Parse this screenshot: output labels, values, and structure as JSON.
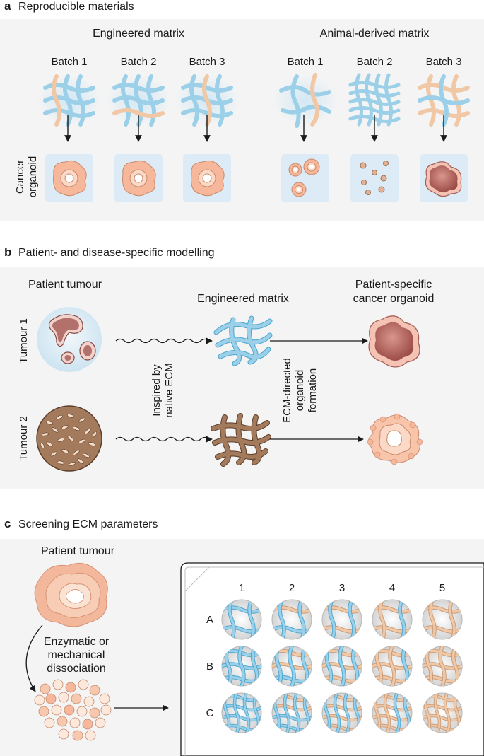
{
  "panel_a": {
    "letter": "a",
    "title": "Reproducible materials",
    "engineered_header": "Engineered matrix",
    "animal_header": "Animal-derived matrix",
    "batch_labels": [
      "Batch 1",
      "Batch 2",
      "Batch 3"
    ],
    "row_label_line1": "Cancer",
    "row_label_line2": "organoid"
  },
  "panel_b": {
    "letter": "b",
    "title": "Patient- and disease-specific modelling",
    "col_patient_tumour": "Patient tumour",
    "col_engineered_matrix": "Engineered matrix",
    "col_output_line1": "Patient-specific",
    "col_output_line2": "cancer organoid",
    "row1_label": "Tumour 1",
    "row2_label": "Tumour 2",
    "inspired_line1": "Inspired by",
    "inspired_line2": "native ECM",
    "ecm_line1": "ECM-directed",
    "ecm_line2": "organoid",
    "ecm_line3": "formation"
  },
  "panel_c": {
    "letter": "c",
    "title": "Screening ECM parameters",
    "patient_tumour": "Patient tumour",
    "dissociation_line1": "Enzymatic or",
    "dissociation_line2": "mechanical",
    "dissociation_line3": "dissociation",
    "plate_columns": [
      "1",
      "2",
      "3",
      "4",
      "5"
    ],
    "plate_rows": [
      "A",
      "B",
      "C"
    ]
  },
  "colors": {
    "panel_bg": "#f4f4f4",
    "engineered_fiber": "#9bd0e8",
    "natural_fiber": "#f0c8a6",
    "brown_fiber": "#a47a5c",
    "organoid_fill": "#f6b79a",
    "tumour_dark": "#a75c55",
    "well_bg": "#d4d4d4"
  }
}
